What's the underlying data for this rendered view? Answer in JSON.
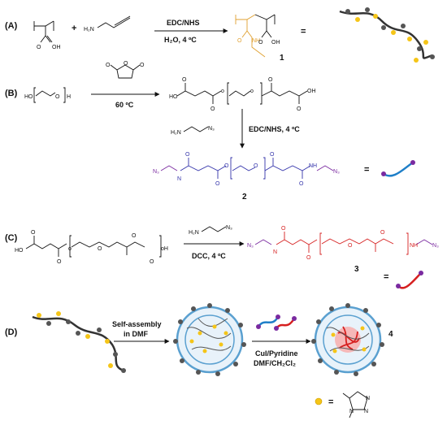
{
  "panels": {
    "A": "(A)",
    "B": "(B)",
    "C": "(C)",
    "D": "(D)"
  },
  "conditions": {
    "a": "EDC/NHS",
    "a2": "H₂O, 4 ºC",
    "b": "60 ºC",
    "b2": "EDC/NHS, 4 ºC",
    "c": "DCC, 4 ºC",
    "d1": "Self-assembly",
    "d2": "in DMF",
    "d3": "CuI/Pyridine",
    "d4": "DMF/CH₂Cl₂"
  },
  "compounds": {
    "c1": "1",
    "c2": "2",
    "c3": "3",
    "c4": "4"
  },
  "symbols": {
    "eq": "=",
    "plus": "+"
  },
  "atoms": {
    "OH": "OH",
    "O": "O",
    "H2N": "H₂N",
    "NH": "NH",
    "N": "N",
    "N3": "N₃",
    "HO": "HO",
    "H": "H",
    "o": "o",
    "oH": "oH"
  },
  "colors": {
    "orange": "#e0a030",
    "blue": "#3333aa",
    "red": "#d62020",
    "purple": "#7a2aa0",
    "shell": "#5aa0d0",
    "bead": "#555555",
    "yellow": "#f5c518"
  }
}
